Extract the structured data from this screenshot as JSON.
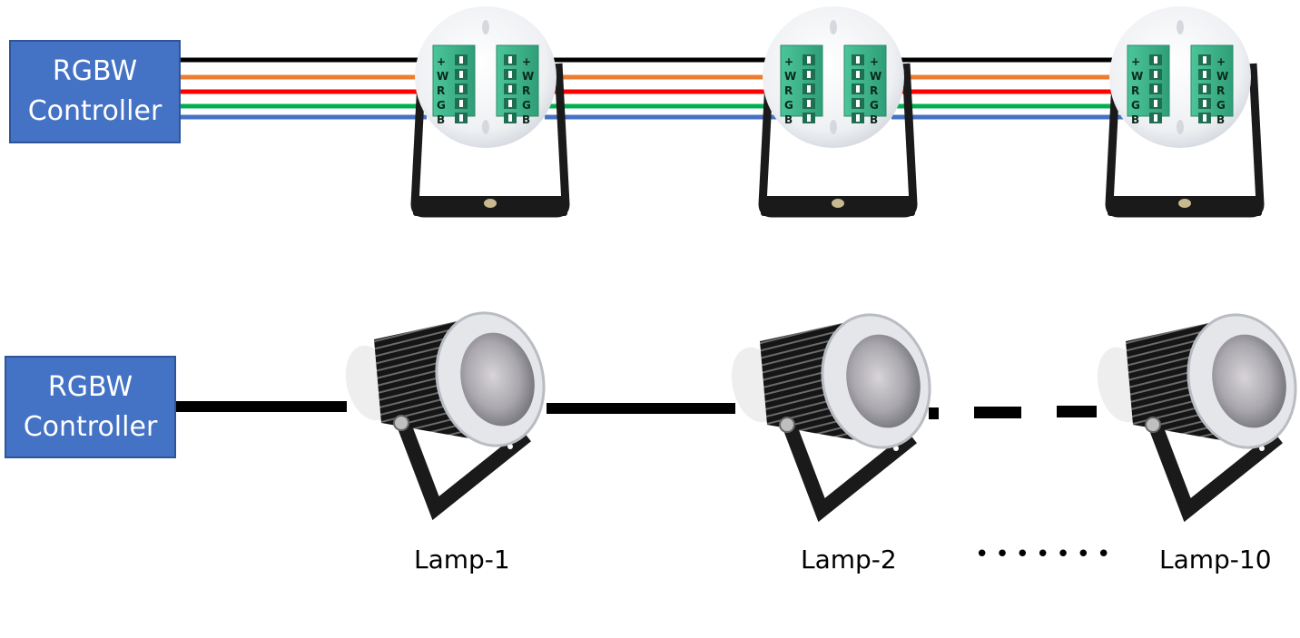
{
  "top_diagram": {
    "controller_label_line1": "RGBW",
    "controller_label_line2": "Controller",
    "wires": [
      {
        "name": "positive",
        "color": "#000000"
      },
      {
        "name": "white",
        "color": "#ed7d31"
      },
      {
        "name": "red",
        "color": "#ff0000"
      },
      {
        "name": "green",
        "color": "#00b050"
      },
      {
        "name": "blue",
        "color": "#4472c4"
      }
    ],
    "terminal_labels": [
      "+",
      "W",
      "R",
      "G",
      "B"
    ],
    "lamp_count_shown": 3
  },
  "bottom_diagram": {
    "controller_label_line1": "RGBW",
    "controller_label_line2": "Controller",
    "lamps": [
      {
        "label": "Lamp-1"
      },
      {
        "label": "Lamp-2"
      },
      {
        "label": "Lamp-10"
      }
    ],
    "ellipsis": "•••••••"
  },
  "colors": {
    "controller_fill": "#4472c4",
    "controller_border": "#2f5597",
    "terminal_green": "#3fb58c",
    "bracket": "#1a1a1a"
  }
}
